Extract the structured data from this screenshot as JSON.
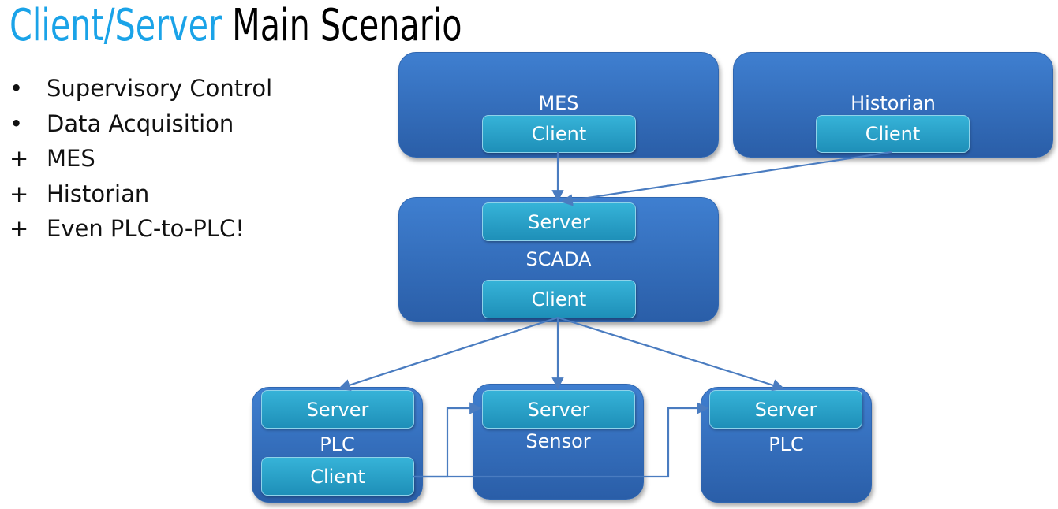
{
  "title": {
    "accent": "Client/Server",
    "rest": " Main Scenario"
  },
  "bullets": [
    {
      "marker": "•",
      "text": "Supervisory Control"
    },
    {
      "marker": "•",
      "text": "Data Acquisition"
    },
    {
      "marker": "+",
      "text": "MES"
    },
    {
      "marker": "+",
      "text": "Historian"
    },
    {
      "marker": "+",
      "text": "Even PLC-to-PLC!"
    }
  ],
  "nodes": {
    "mes": {
      "label": "MES",
      "client": "Client"
    },
    "historian": {
      "label": "Historian",
      "client": "Client"
    },
    "scada": {
      "label": "SCADA",
      "server": "Server",
      "client": "Client"
    },
    "plc_left": {
      "label": "PLC",
      "server": "Server",
      "client": "Client"
    },
    "sensor": {
      "label": "Sensor",
      "server": "Server"
    },
    "plc_right": {
      "label": "PLC",
      "server": "Server"
    }
  },
  "colors": {
    "title_accent": "#1aa3e8",
    "node": "#3372c4",
    "chip": "#29a4cc",
    "arrow": "#4a7cc0"
  }
}
